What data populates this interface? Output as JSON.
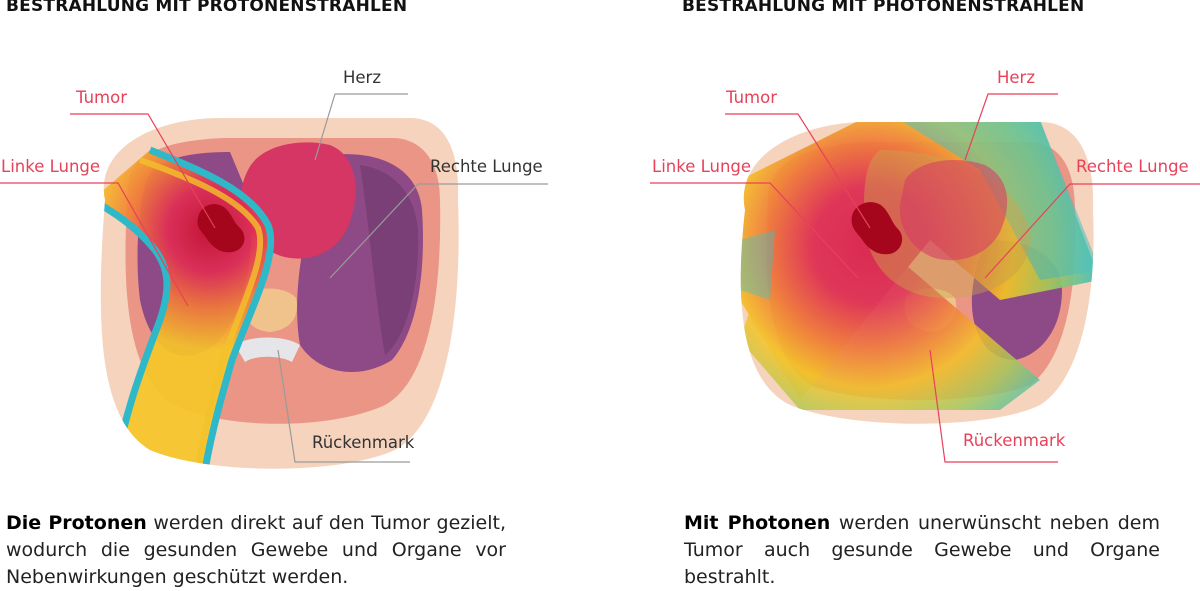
{
  "panels": {
    "left": {
      "title": "BESTRAHLUNG MIT PROTONENSTRAHLEN",
      "labels": {
        "herz": "Herz",
        "tumor": "Tumor",
        "linke_lunge": "Linke Lunge",
        "rechte_lunge": "Rechte Lunge",
        "rueckenmark": "Rückenmark"
      },
      "caption_bold": "Die Protonen",
      "caption_rest": " werden direkt auf den Tumor gezielt, wodurch die gesunden Gewebe und Organe vor Nebenwirkungen geschützt werden."
    },
    "right": {
      "title": "BESTRAHLUNG MIT PHOTONENSTRAHLEN",
      "labels": {
        "herz": "Herz",
        "tumor": "Tumor",
        "linke_lunge": "Linke Lunge",
        "rechte_lunge": "Rechte Lunge",
        "rueckenmark": "Rückenmark"
      },
      "caption_bold": "Mit Photonen",
      "caption_rest": " werden unerwünscht neben dem Tumor auch gesunde Gewebe und Organe bestrahlt."
    }
  },
  "colors": {
    "skin": "#f6d3bd",
    "tissue": "#ea9585",
    "lung": "#8e4a86",
    "heart": "#d63664",
    "tumor": "#a5061b",
    "spine": "#f0c38c",
    "label_red": "#e8415a",
    "label_dark": "#333333"
  }
}
